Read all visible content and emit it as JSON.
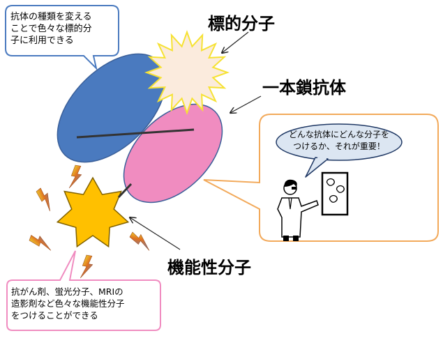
{
  "callouts": {
    "top_left": {
      "lines": [
        "抗体の種類を変える",
        "ことで色々な標的分",
        "子に利用できる"
      ]
    },
    "bottom_left": {
      "lines": [
        "抗がん剤、蛍光分子、MRIの",
        "造影剤など色々な機能性分子",
        "をつけることができる"
      ]
    }
  },
  "labels": {
    "target_molecule": "標的分子",
    "single_chain_antibody": "一本鎖抗体",
    "functional_molecule": "機能性分子"
  },
  "scientist_panel": {
    "speech_lines": [
      "どんな抗体にどんな分子を",
      "つけるか、それが重要！"
    ]
  },
  "colors": {
    "blue_domain": "#4A7ABF",
    "pink_domain": "#F08CC0",
    "star_target_fill": "#FBEBDD",
    "star_target_stroke": "#F6E233",
    "star_functional_fill": "#FFC000",
    "callout_top_border": "#4A7ABF",
    "callout_bottom_border": "#F08CC0",
    "panel_border": "#F2A95A",
    "speech_bubble_fill": "#DCE6F2"
  },
  "icons": [
    "lightning-bolt-icon",
    "scientist-icon",
    "arrow-icon"
  ]
}
